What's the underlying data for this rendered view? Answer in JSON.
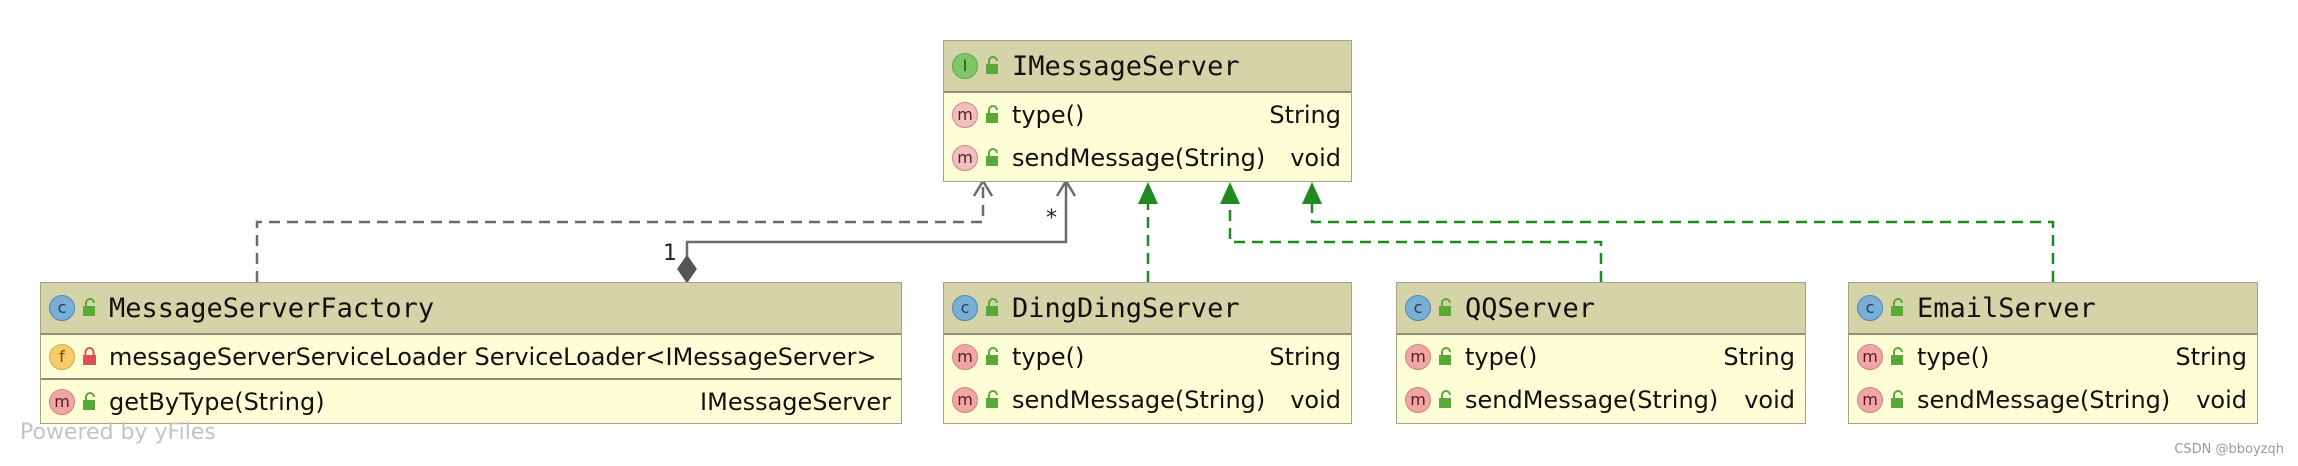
{
  "colors": {
    "header_bg": "#d4d4a8",
    "body_bg": "#fefed6",
    "dependency": "#6b6b6b",
    "realization": "#1f8a1f",
    "class_badge": "#7aaed4",
    "interface_badge": "#7fc66b",
    "method_badge": "#f0a6a6",
    "field_badge": "#f6cb6a"
  },
  "nodes": {
    "imessageserver": {
      "badge": "I",
      "badge_icon": "interface-icon",
      "title": "IMessageServer",
      "members": [
        {
          "badge": "m",
          "badge_icon": "abstract-method-icon",
          "visibility": "public",
          "name": "type()",
          "type": "String"
        },
        {
          "badge": "m",
          "badge_icon": "abstract-method-icon",
          "visibility": "public",
          "name": "sendMessage(String)",
          "type": "void"
        }
      ]
    },
    "factory": {
      "badge": "c",
      "badge_icon": "class-icon",
      "title": "MessageServerFactory",
      "members": [
        {
          "badge": "f",
          "badge_icon": "field-icon",
          "visibility": "private",
          "name": "messageServerServiceLoader",
          "type": "ServiceLoader<IMessageServer>"
        },
        {
          "badge": "m",
          "badge_icon": "method-icon",
          "visibility": "public",
          "name": "getByType(String)",
          "type": "IMessageServer"
        }
      ]
    },
    "dingding": {
      "badge": "c",
      "badge_icon": "class-icon",
      "title": "DingDingServer",
      "members": [
        {
          "badge": "m",
          "badge_icon": "method-icon",
          "visibility": "public",
          "name": "type()",
          "type": "String"
        },
        {
          "badge": "m",
          "badge_icon": "method-icon",
          "visibility": "public",
          "name": "sendMessage(String)",
          "type": "void"
        }
      ]
    },
    "qq": {
      "badge": "c",
      "badge_icon": "class-icon",
      "title": "QQServer",
      "members": [
        {
          "badge": "m",
          "badge_icon": "method-icon",
          "visibility": "public",
          "name": "type()",
          "type": "String"
        },
        {
          "badge": "m",
          "badge_icon": "method-icon",
          "visibility": "public",
          "name": "sendMessage(String)",
          "type": "void"
        }
      ]
    },
    "email": {
      "badge": "c",
      "badge_icon": "class-icon",
      "title": "EmailServer",
      "members": [
        {
          "badge": "m",
          "badge_icon": "method-icon",
          "visibility": "public",
          "name": "type()",
          "type": "String"
        },
        {
          "badge": "m",
          "badge_icon": "method-icon",
          "visibility": "public",
          "name": "sendMessage(String)",
          "type": "void"
        }
      ]
    }
  },
  "edges": [
    {
      "from": "MessageServerFactory",
      "to": "IMessageServer",
      "kind": "dependency"
    },
    {
      "from": "MessageServerFactory",
      "to": "IMessageServer",
      "kind": "composition",
      "source_multiplicity": "1",
      "target_multiplicity": "*"
    },
    {
      "from": "DingDingServer",
      "to": "IMessageServer",
      "kind": "realization"
    },
    {
      "from": "QQServer",
      "to": "IMessageServer",
      "kind": "realization"
    },
    {
      "from": "EmailServer",
      "to": "IMessageServer",
      "kind": "realization"
    }
  ],
  "labels": {
    "mult_one": "1",
    "mult_many": "*"
  },
  "footer": {
    "left": "Powered by yFiles",
    "right": "CSDN @bboyzqh"
  }
}
